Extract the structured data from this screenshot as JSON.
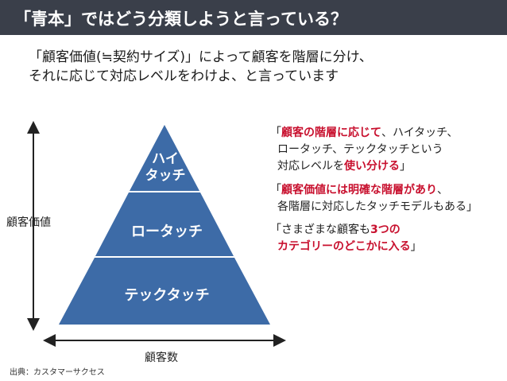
{
  "header": {
    "title": "「青本」ではどう分類しようと言っている？"
  },
  "subtitle": {
    "line1": "「顧客価値(≒契約サイズ)」によって顧客を階層に分け、",
    "line2": "それに応じて対応レベルをわけよ、と言っています"
  },
  "pyramid": {
    "tiers": {
      "top": {
        "line1": "ハイ",
        "line2": "タッチ"
      },
      "middle": "ロータッチ",
      "bottom": "テックタッチ"
    },
    "axis_vertical_label": "顧客価値",
    "axis_horizontal_label": "顧客数"
  },
  "notes": {
    "note1": {
      "open": "「",
      "highlight1": "顧客の階層に応じて",
      "text1": "、ハイタッチ、",
      "line2": "ロータッチ、テックタッチという",
      "text3": "対応レベルを",
      "highlight2": "使い分ける",
      "close": "」"
    },
    "note2": {
      "open": "「",
      "highlight1": "顧客価値には明確な階層があり",
      "text1": "、",
      "line2": "各階層に対応したタッチモデルもある」"
    },
    "note3": {
      "line1_text": "「さまざまな顧客も",
      "line1_highlight": "3つの",
      "line2_highlight": "カテゴリーのどこかに入る",
      "close": "」"
    }
  },
  "source": "出典：カスタマーサクセス",
  "colors": {
    "header_bg": "#3a3f4a",
    "pyramid_fill": "#3d6ba7",
    "highlight": "#c8102e"
  }
}
